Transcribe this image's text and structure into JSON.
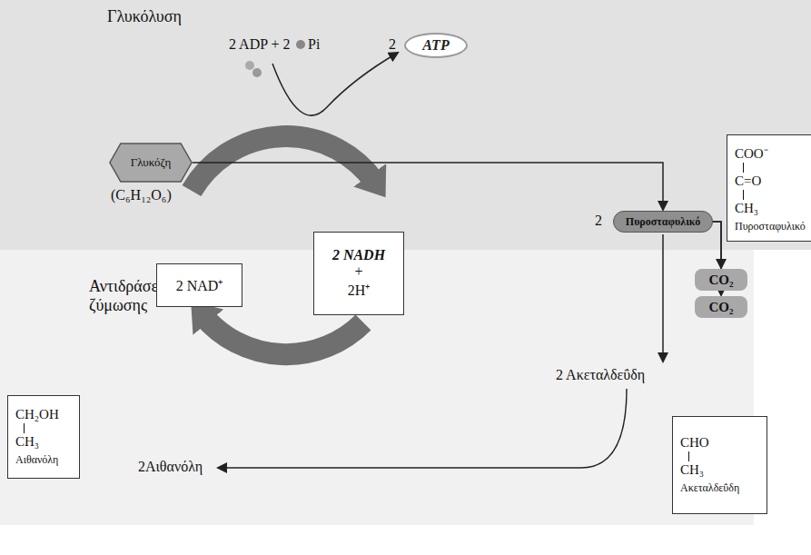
{
  "diagram": {
    "nodes": [
      {
        "text": [
          "Γλυκόλυση"
        ]
      },
      {
        "text": [
          "Αντιδράσεις ζύμωσης"
        ]
      },
      {
        "text": [
          "Γλυκόζη"
        ],
        "in": 0
      },
      {
        "text": [
          "ATP"
        ],
        "in": 0
      },
      {
        "text": [
          "Πυροσταφυλικό"
        ],
        "in": 0
      },
      {
        "text": [
          "COO⁻",
          "C=O",
          "CH₃",
          "Πυροσταφυλικό"
        ],
        "in": 0
      },
      {
        "text": [
          "2 NAD⁺"
        ],
        "in": 1
      },
      {
        "text": [
          "2 NADH",
          "+",
          "2H⁺"
        ]
      },
      {
        "text": [
          "CO₂"
        ],
        "in": 1
      },
      {
        "text": [
          "CO₂"
        ],
        "in": 1
      },
      {
        "text": [
          "CHO",
          "CH₃",
          "Ακεταλδεΰδη"
        ]
      },
      {
        "text": [
          "CH₂OH",
          "CH₃",
          "Αιθανόλη"
        ],
        "in": 1
      }
    ],
    "edges": [
      {
        "from": 2,
        "to": 4,
        "arrow": "to"
      },
      {
        "from": 4,
        "to": 8,
        "arrow": "to"
      },
      {
        "from": 4,
        "to": 9,
        "arrow": "to"
      }
    ],
    "labels": [
      "2 ADP + 2",
      "Pi",
      "2",
      "(C₆H₁₂O₆)",
      "2",
      "2 Ακεταλδεΰδη",
      "2Αιθανόλη"
    ]
  }
}
